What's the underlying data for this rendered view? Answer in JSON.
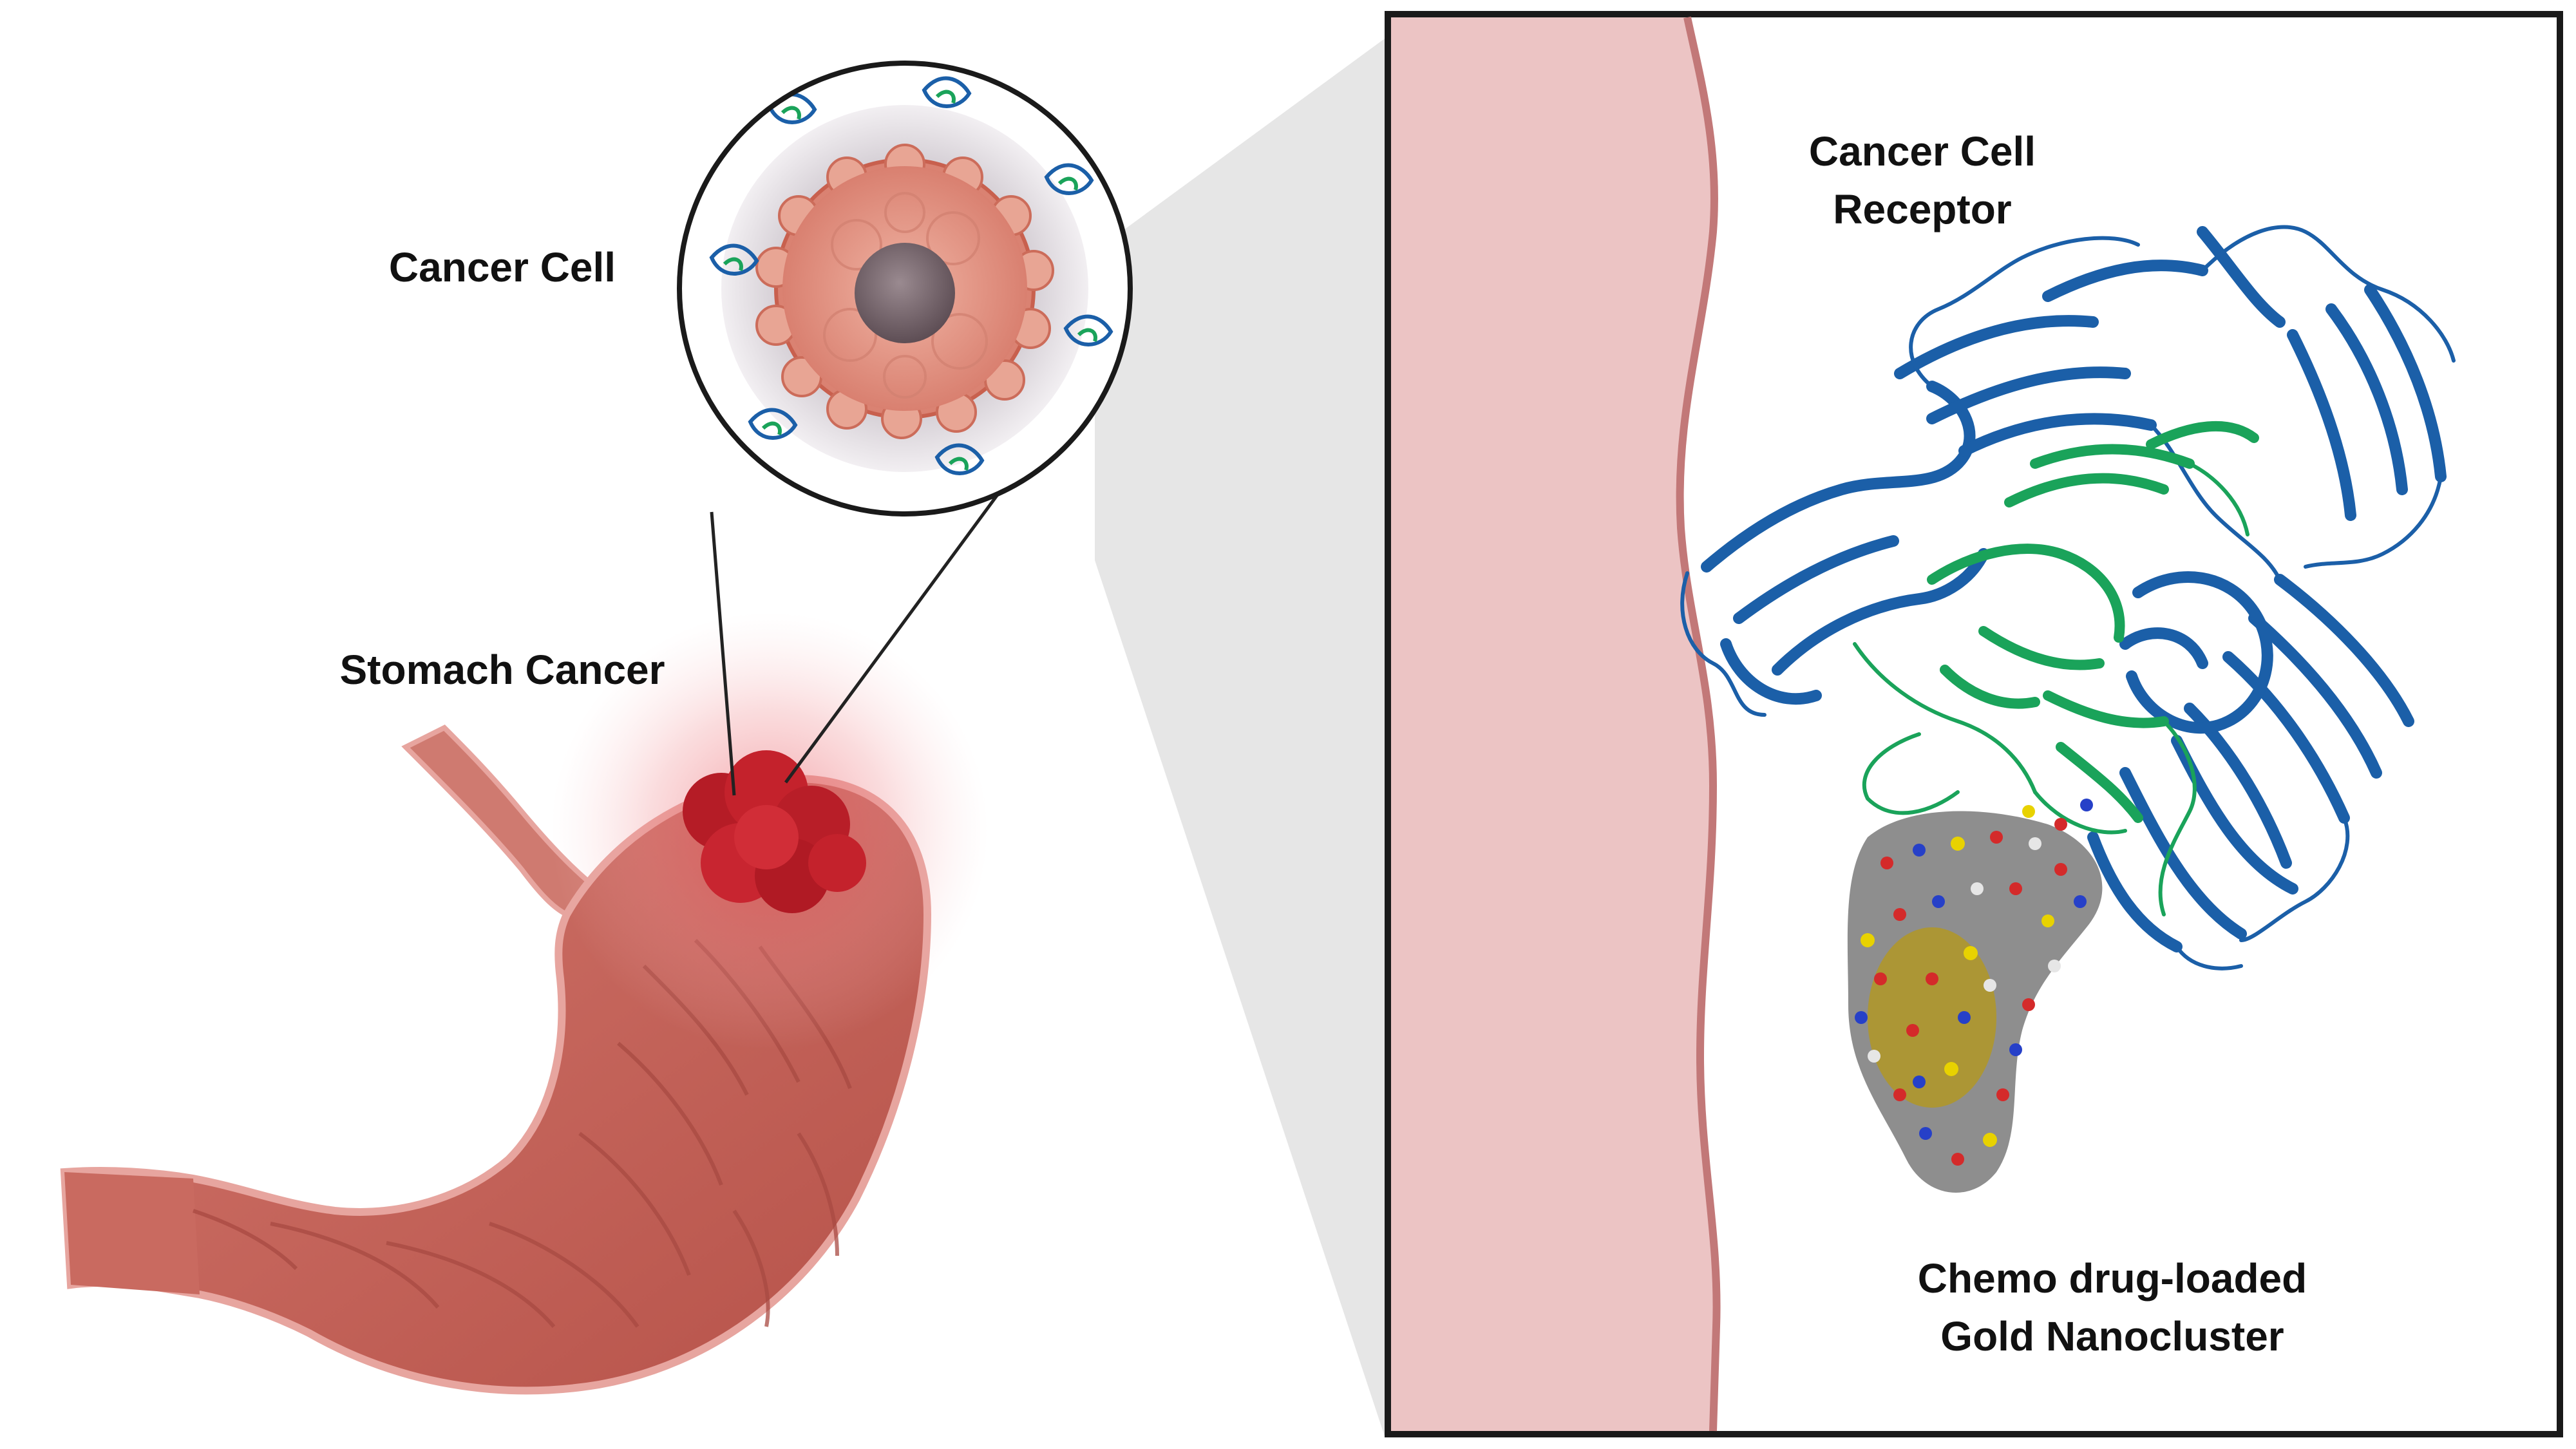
{
  "labels": {
    "cancer_cell": "Cancer Cell",
    "stomach_cancer": "Stomach Cancer",
    "receptor_line1": "Cancer Cell",
    "receptor_line2": "Receptor",
    "nano_line1": "Chemo drug-loaded",
    "nano_line2": "Gold Nanocluster"
  },
  "colors": {
    "stomach_fill": "#c8685f",
    "stomach_outline": "#d98a83",
    "tumor": "#c0202a",
    "cell_body": "#e29c8c",
    "nucleus": "#7d6a70",
    "membrane": "#ecc4c4",
    "membrane_edge": "#c27878",
    "receptor_blue": "#1b5fa8",
    "receptor_green": "#1aa35a",
    "gold": "#d4b400",
    "frame": "#1a1a1a"
  },
  "icons": [
    "stomach-illustration",
    "cancer-cell-icon",
    "receptor-protein-icon",
    "nanocluster-icon"
  ]
}
